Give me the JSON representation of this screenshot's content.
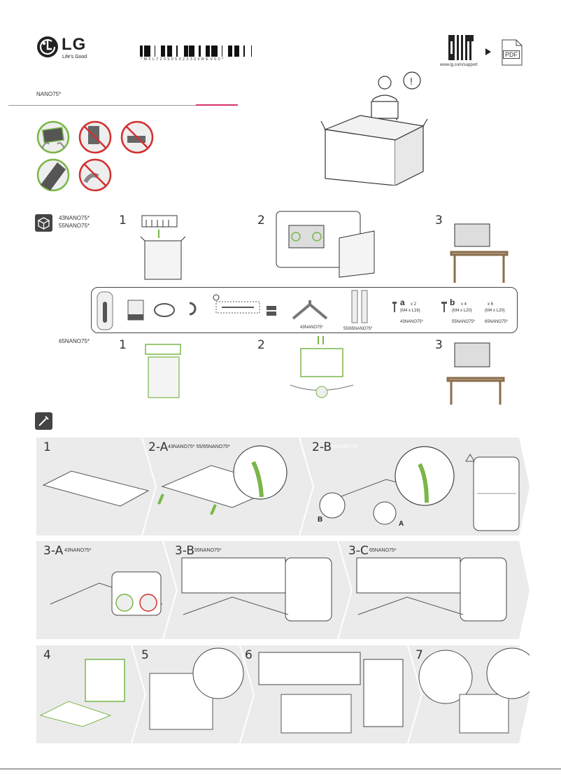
{
  "header": {
    "logo_text": "LG",
    "tagline": "Life's Good",
    "barcode_text": "* M F L 7 2 0 5 0 5 0 2 2 3 0 6 R E V 0 0 *",
    "support_url": "www.lg.com/support",
    "pdf_label": "PDF",
    "model": "NANO75*"
  },
  "unpack": {
    "models_small": [
      "43NANO75*",
      "55NANO75*"
    ],
    "model_large": "65NANO75*",
    "steps": [
      "1",
      "2",
      "3"
    ]
  },
  "accessories": {
    "stand_43": "43NANO75*",
    "stand_55_65": "55/65NANO75*",
    "screw_a": {
      "count": "x 2",
      "size": "(M4 x L16)",
      "model": "43NANO75*"
    },
    "screw_b": {
      "count": "x 4",
      "size": "(M4 x L20)",
      "model": "55NANO75*"
    },
    "screw_c": {
      "count": "x 6",
      "size": "(M4 x L20)",
      "model": "65NANO75*"
    },
    "letter_a": "a",
    "letter_b": "b"
  },
  "assembly": {
    "row1": {
      "step1": "1",
      "step2a": "2-A",
      "step2a_models": "43NANO75* 55/65NANO75*",
      "step2b": "2-B",
      "step2b_models": "65NANO75*",
      "label_b": "B",
      "label_a": "A"
    },
    "row2": {
      "step3a": "3-A",
      "step3a_model": "43NANO75*",
      "step3b": "3-B",
      "step3b_model": "55NANO75*",
      "step3c": "3-C",
      "step3c_model": "65NANO75*"
    },
    "row3": {
      "step4": "4",
      "step5": "5",
      "step6": "6",
      "step7": "7"
    }
  },
  "colors": {
    "green": "#7ab648",
    "red_line": "#d6336c",
    "band_gray": "#ebebeb",
    "warn_red": "#d32f2f",
    "dark": "#333333"
  }
}
